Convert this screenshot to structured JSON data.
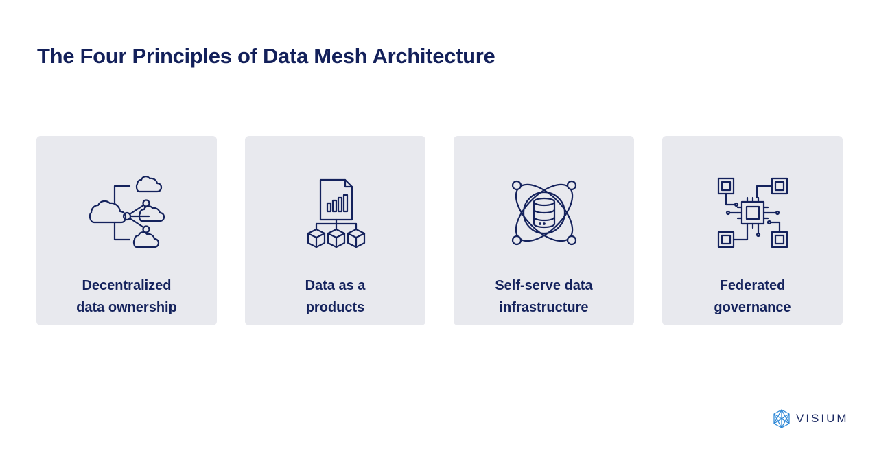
{
  "title": "The Four Principles of Data Mesh Architecture",
  "cards": [
    {
      "icon": "cloud-network-icon",
      "line1": "Decentralized",
      "line2": "data ownership"
    },
    {
      "icon": "data-product-icon",
      "line1": "Data as a",
      "line2": "products"
    },
    {
      "icon": "database-orbit-icon",
      "line1": "Self-serve data",
      "line2": "infrastructure"
    },
    {
      "icon": "chip-network-icon",
      "line1": "Federated",
      "line2": "governance"
    }
  ],
  "brand": {
    "name": "VISIUM",
    "logo_icon": "visium-logo-icon"
  },
  "colors": {
    "navy": "#14225c",
    "card_bg": "#e8e9ee",
    "accent": "#2a86d6"
  }
}
